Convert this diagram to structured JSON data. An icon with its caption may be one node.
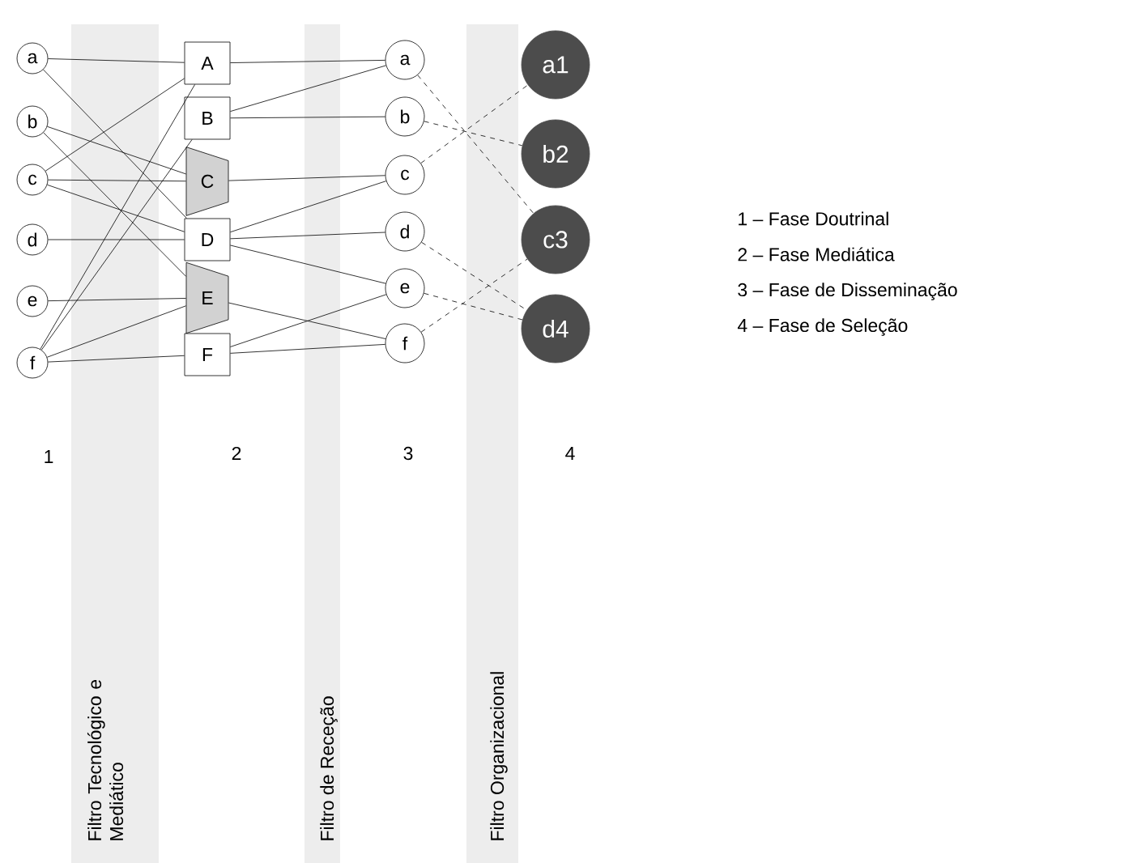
{
  "diagram": {
    "nodes": [
      {
        "text": [
          "a"
        ]
      },
      {
        "text": [
          "b"
        ]
      },
      {
        "text": [
          "c"
        ]
      },
      {
        "text": [
          "d"
        ]
      },
      {
        "text": [
          "e"
        ]
      },
      {
        "text": [
          "f"
        ]
      },
      {
        "text": [
          "A"
        ]
      },
      {
        "text": [
          "B"
        ]
      },
      {
        "text": [
          "C"
        ]
      },
      {
        "text": [
          "D"
        ]
      },
      {
        "text": [
          "E"
        ]
      },
      {
        "text": [
          "F"
        ]
      },
      {
        "text": [
          "a"
        ]
      },
      {
        "text": [
          "b"
        ]
      },
      {
        "text": [
          "c"
        ]
      },
      {
        "text": [
          "d"
        ]
      },
      {
        "text": [
          "e"
        ]
      },
      {
        "text": [
          "f"
        ]
      },
      {
        "text": [
          "a1"
        ]
      },
      {
        "text": [
          "b2"
        ]
      },
      {
        "text": [
          "c3"
        ]
      },
      {
        "text": [
          "d4"
        ]
      }
    ],
    "edges": [
      {
        "from": 0,
        "to": 6,
        "arrow": "none"
      },
      {
        "from": 0,
        "to": 9,
        "arrow": "none"
      },
      {
        "from": 1,
        "to": 8,
        "arrow": "none"
      },
      {
        "from": 1,
        "to": 10,
        "arrow": "none"
      },
      {
        "from": 2,
        "to": 6,
        "arrow": "none"
      },
      {
        "from": 2,
        "to": 8,
        "arrow": "none"
      },
      {
        "from": 2,
        "to": 9,
        "arrow": "none"
      },
      {
        "from": 3,
        "to": 9,
        "arrow": "none"
      },
      {
        "from": 4,
        "to": 10,
        "arrow": "none"
      },
      {
        "from": 5,
        "to": 6,
        "arrow": "none"
      },
      {
        "from": 5,
        "to": 7,
        "arrow": "none"
      },
      {
        "from": 5,
        "to": 10,
        "arrow": "none"
      },
      {
        "from": 5,
        "to": 11,
        "arrow": "none"
      },
      {
        "from": 6,
        "to": 12,
        "arrow": "none"
      },
      {
        "from": 7,
        "to": 12,
        "arrow": "none"
      },
      {
        "from": 7,
        "to": 13,
        "arrow": "none"
      },
      {
        "from": 8,
        "to": 14,
        "arrow": "none"
      },
      {
        "from": 9,
        "to": 14,
        "arrow": "none"
      },
      {
        "from": 9,
        "to": 15,
        "arrow": "none"
      },
      {
        "from": 9,
        "to": 16,
        "arrow": "none"
      },
      {
        "from": 10,
        "to": 17,
        "arrow": "none"
      },
      {
        "from": 11,
        "to": 16,
        "arrow": "none"
      },
      {
        "from": 11,
        "to": 17,
        "arrow": "none"
      },
      {
        "from": 12,
        "to": 20,
        "arrow": "none",
        "style": "dashed"
      },
      {
        "from": 13,
        "to": 19,
        "arrow": "none",
        "style": "dashed"
      },
      {
        "from": 14,
        "to": 18,
        "arrow": "none",
        "style": "dashed"
      },
      {
        "from": 15,
        "to": 21,
        "arrow": "none",
        "style": "dashed"
      },
      {
        "from": 16,
        "to": 21,
        "arrow": "none",
        "style": "dashed"
      },
      {
        "from": 17,
        "to": 20,
        "arrow": "none",
        "style": "dashed"
      }
    ],
    "labels": [
      "1 – Fase Doutrinal",
      "2 – Fase Mediática",
      "3 – Fase de Disseminação",
      "4 – Fase de Seleção",
      "1",
      "2",
      "3",
      "4",
      "Filtro Tecnológico e Mediático",
      "Filtro de Receção",
      "Filtro Organizacional"
    ]
  }
}
